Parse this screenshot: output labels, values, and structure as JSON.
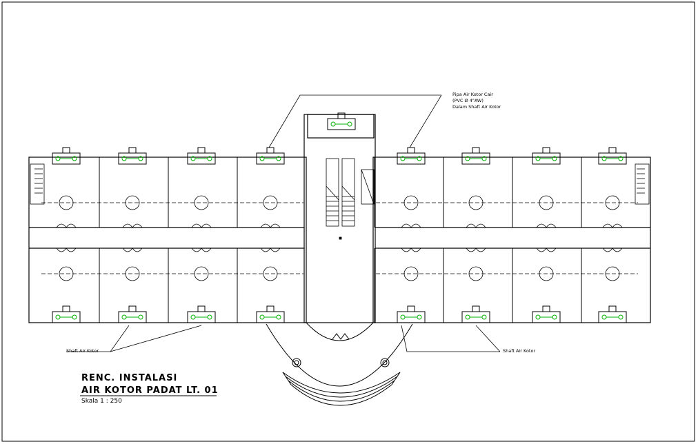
{
  "drawing": {
    "title_line1": "RENC. INSTALASI",
    "title_line2": "AIR KOTOR PADAT LT. 01",
    "scale": "Skala   1 : 250"
  },
  "annotations": {
    "pipe_note_line1": "Pipa Air Kotor Cair",
    "pipe_note_line2": "(PVC Ø 4\"AW)",
    "pipe_note_line3": "Dalam Shaft Air Kotor",
    "shaft_left": "Shaft Air Kotor",
    "shaft_right": "Shaft Air Kotor"
  },
  "colors": {
    "line": "#000000",
    "fixture": "#00b000",
    "paper": "#ffffff"
  }
}
